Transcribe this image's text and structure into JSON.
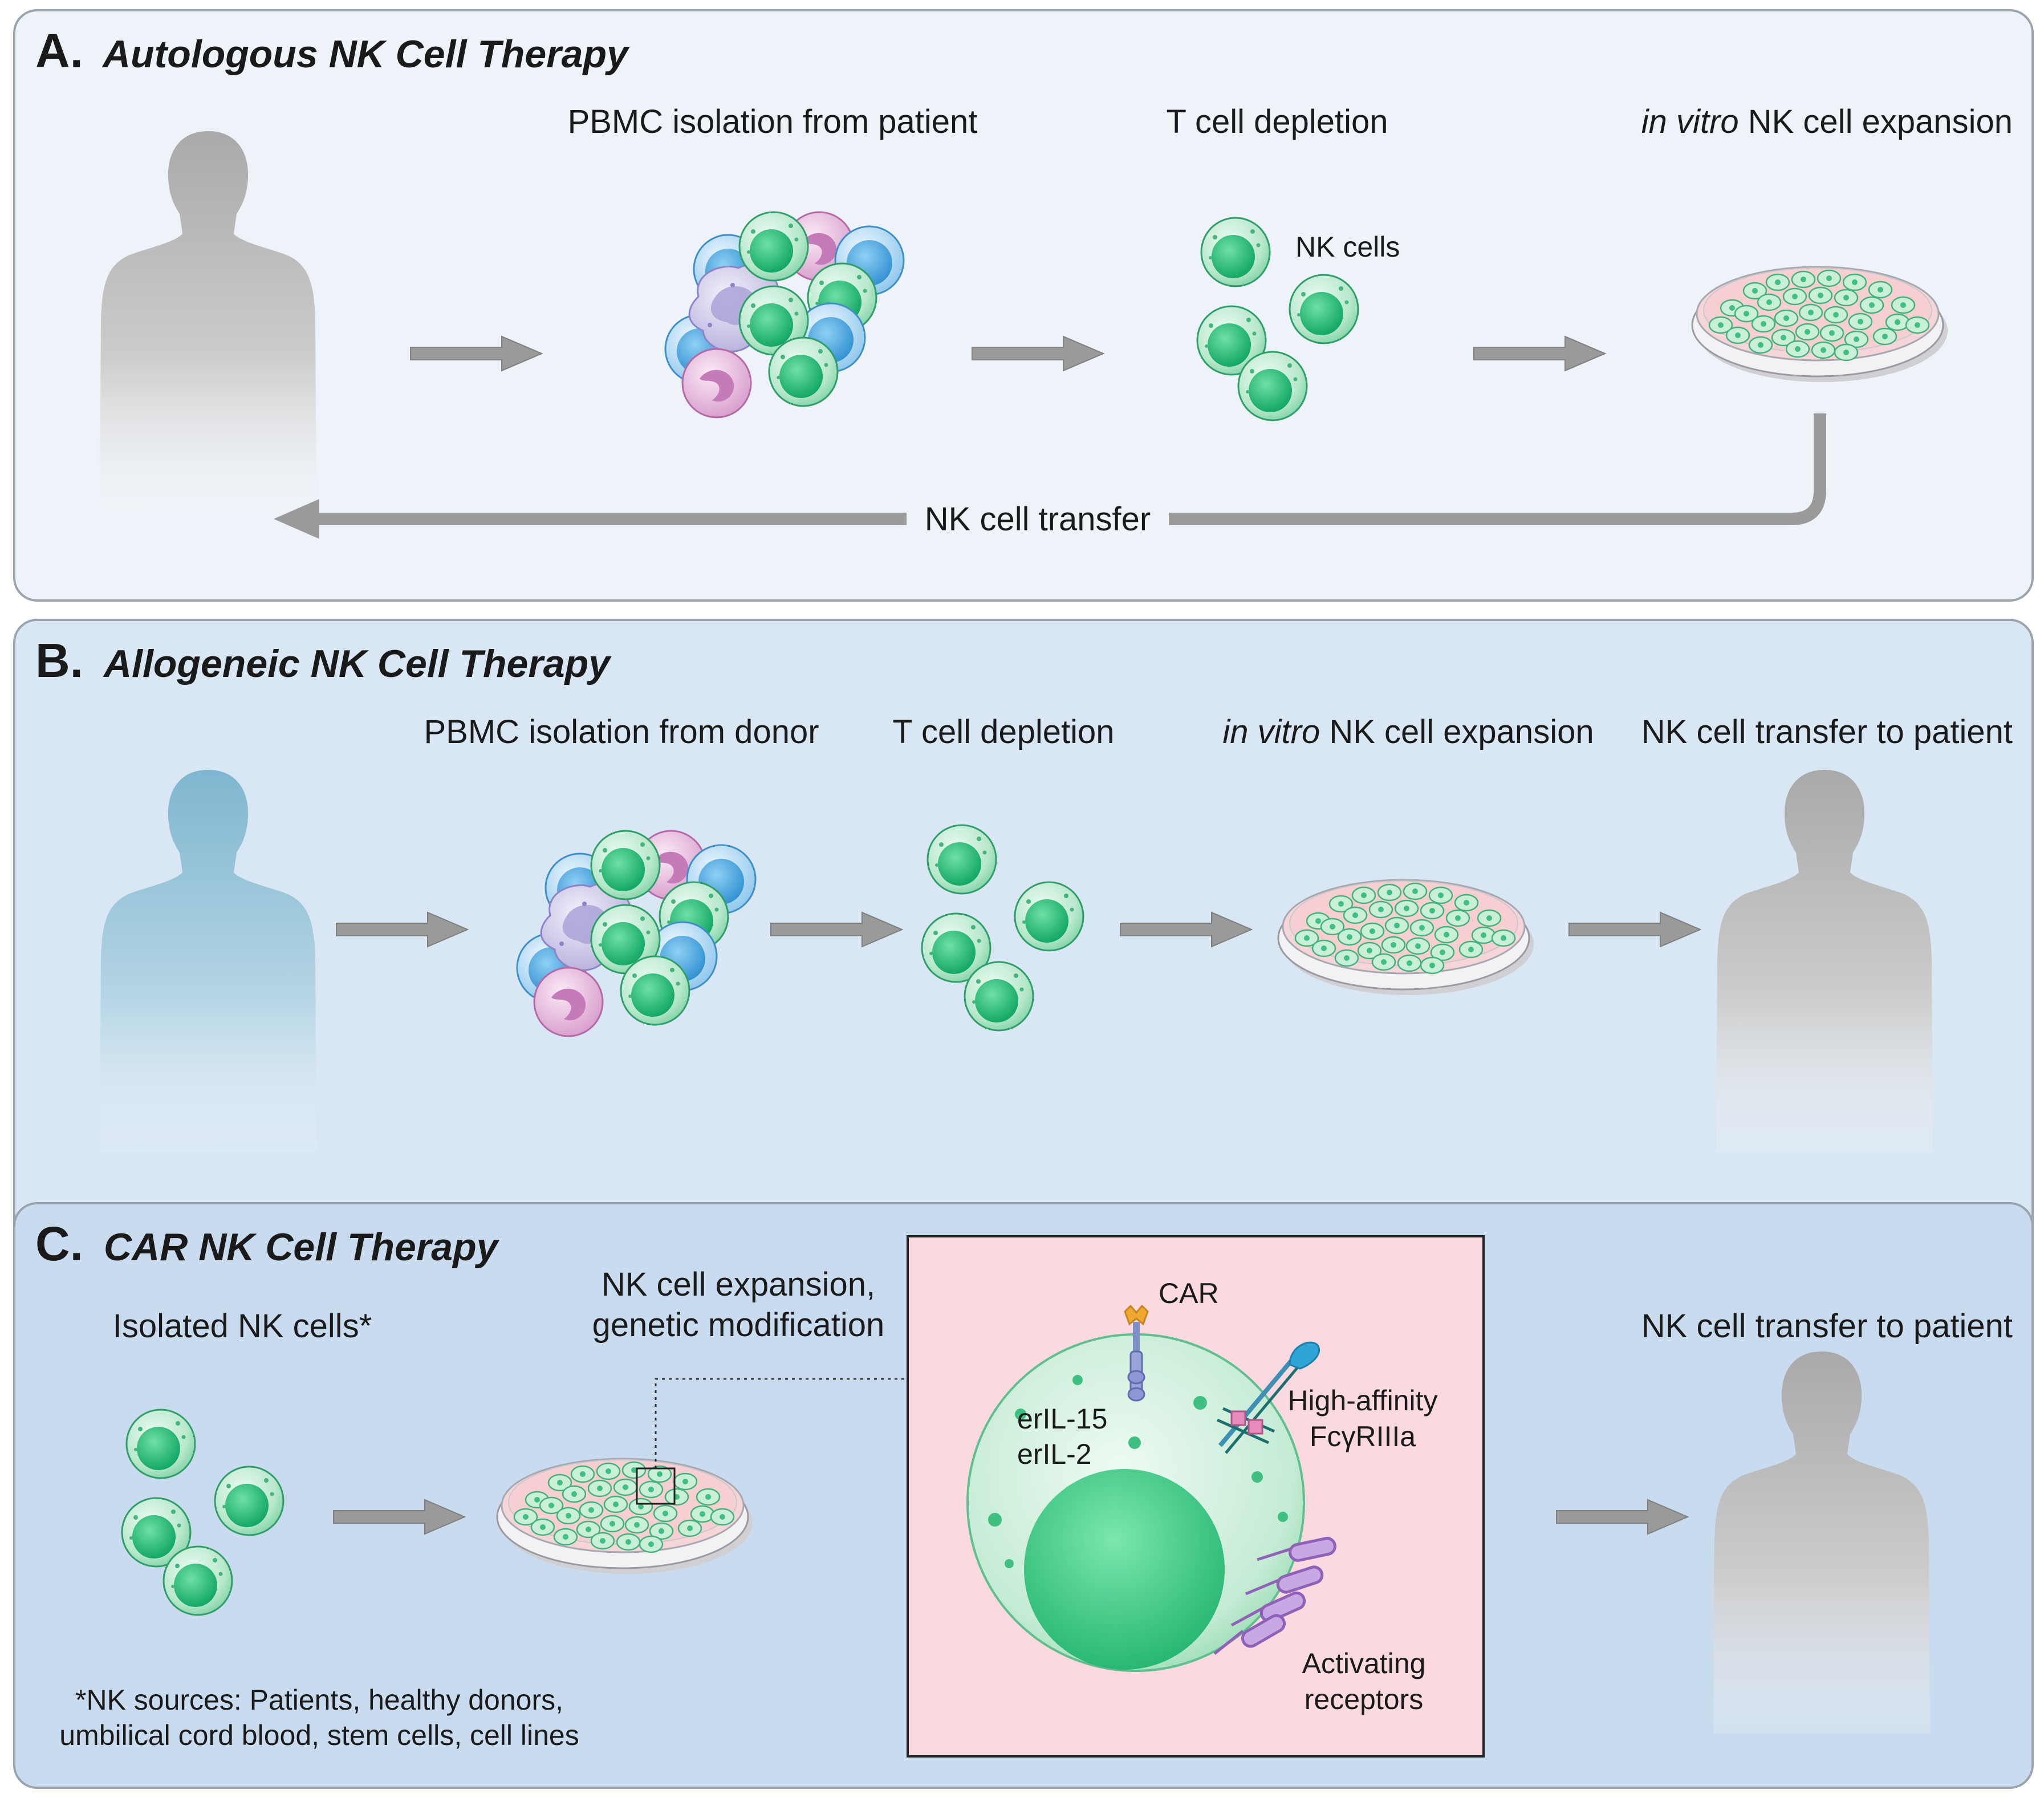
{
  "panelA": {
    "letter": "A.",
    "title": "Autologous NK Cell Therapy",
    "step1": "PBMC isolation from patient",
    "step2": "T cell depletion",
    "step3_italic": "in vitro",
    "step3_rest": " NK cell expansion",
    "nk_cells": "NK cells",
    "transfer": "NK cell transfer"
  },
  "panelB": {
    "letter": "B.",
    "title": "Allogeneic NK Cell Therapy",
    "step1": "PBMC isolation from donor",
    "step2": "T cell depletion",
    "step3_italic": "in vitro",
    "step3_rest": " NK cell expansion",
    "step4": "NK cell transfer to patient"
  },
  "panelC": {
    "letter": "C.",
    "title": "CAR NK Cell Therapy",
    "isolated": "Isolated NK cells*",
    "expansion_line1": "NK cell expansion,",
    "expansion_line2": "genetic modification",
    "transfer": "NK cell transfer to patient",
    "footnote_line1": "*NK sources: Patients, healthy donors,",
    "footnote_line2": "umbilical cord blood, stem cells, cell lines",
    "inset": {
      "car": "CAR",
      "il15": "erIL-15",
      "il2": "erIL-2",
      "fc_line1": "High-affinity",
      "fc_line2": "FcγRIIIa",
      "act_line1": "Activating",
      "act_line2": "receptors"
    }
  },
  "colors": {
    "panelA_bg": "#eef3fa",
    "panelB_bg": "#d9e7f5",
    "panelC_bg": "#c9dbef",
    "inset_bg": "#fbd9e0",
    "nk_green": "#3fbf80",
    "arrow_gray": "#9a9a9a",
    "donor_blue": "#8fbfd6",
    "person_gray": "#bdbdbd"
  }
}
